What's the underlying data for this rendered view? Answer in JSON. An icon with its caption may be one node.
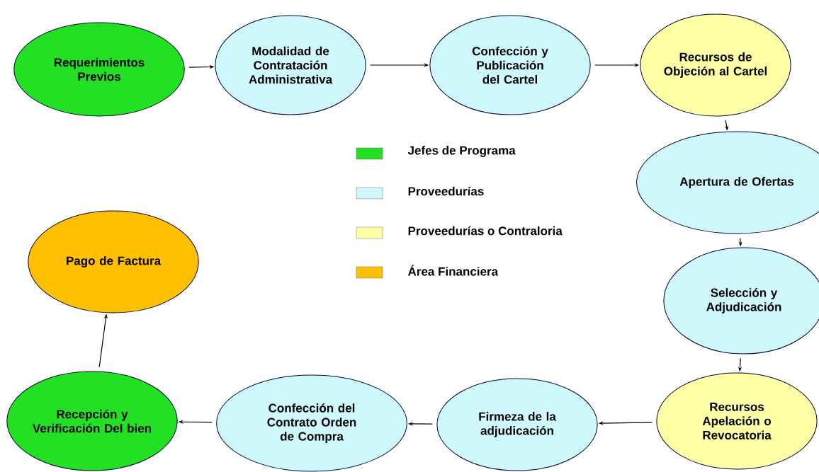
{
  "diagram": {
    "nodes": [
      {
        "text": [
          "Requerimientos Previos"
        ]
      },
      {
        "text": [
          "Modalidad de Contratación Administrativa"
        ]
      },
      {
        "text": [
          "Confección y Publicación del Cartel"
        ]
      },
      {
        "text": [
          "Recursos de Objeción al Cartel"
        ]
      },
      {
        "text": [
          "Apertura de Ofertas"
        ]
      },
      {
        "text": [
          "Selección y Adjudicación"
        ]
      },
      {
        "text": [
          "Recursos Apelación o Revocatoria"
        ]
      },
      {
        "text": [
          "Firmeza de la adjudicación"
        ]
      },
      {
        "text": [
          "Confección del Contrato Orden de Compra"
        ]
      },
      {
        "text": [
          "Recepción y Verificación Del bien"
        ]
      },
      {
        "text": [
          "Pago de Factura"
        ]
      }
    ],
    "edges": [
      {
        "from": 0,
        "to": 1,
        "arrow": "to"
      },
      {
        "from": 1,
        "to": 2,
        "arrow": "to"
      },
      {
        "from": 2,
        "to": 3,
        "arrow": "to"
      },
      {
        "from": 3,
        "to": 4,
        "arrow": "to"
      },
      {
        "from": 4,
        "to": 5,
        "arrow": "to"
      },
      {
        "from": 5,
        "to": 6,
        "arrow": "to"
      },
      {
        "from": 6,
        "to": 7,
        "arrow": "to"
      },
      {
        "from": 7,
        "to": 8,
        "arrow": "to"
      },
      {
        "from": 8,
        "to": 9,
        "arrow": "to"
      },
      {
        "from": 9,
        "to": 10,
        "arrow": "to"
      }
    ],
    "legend": [
      {
        "text": "Jefes de Programa",
        "color": "#22e022"
      },
      {
        "text": "Proveedurías",
        "color": "#cef8fc"
      },
      {
        "text": "Proveedurías o Contraloria",
        "color": "#ffffa6"
      },
      {
        "text": "Área Financiera",
        "color": "#ffc000"
      }
    ]
  }
}
